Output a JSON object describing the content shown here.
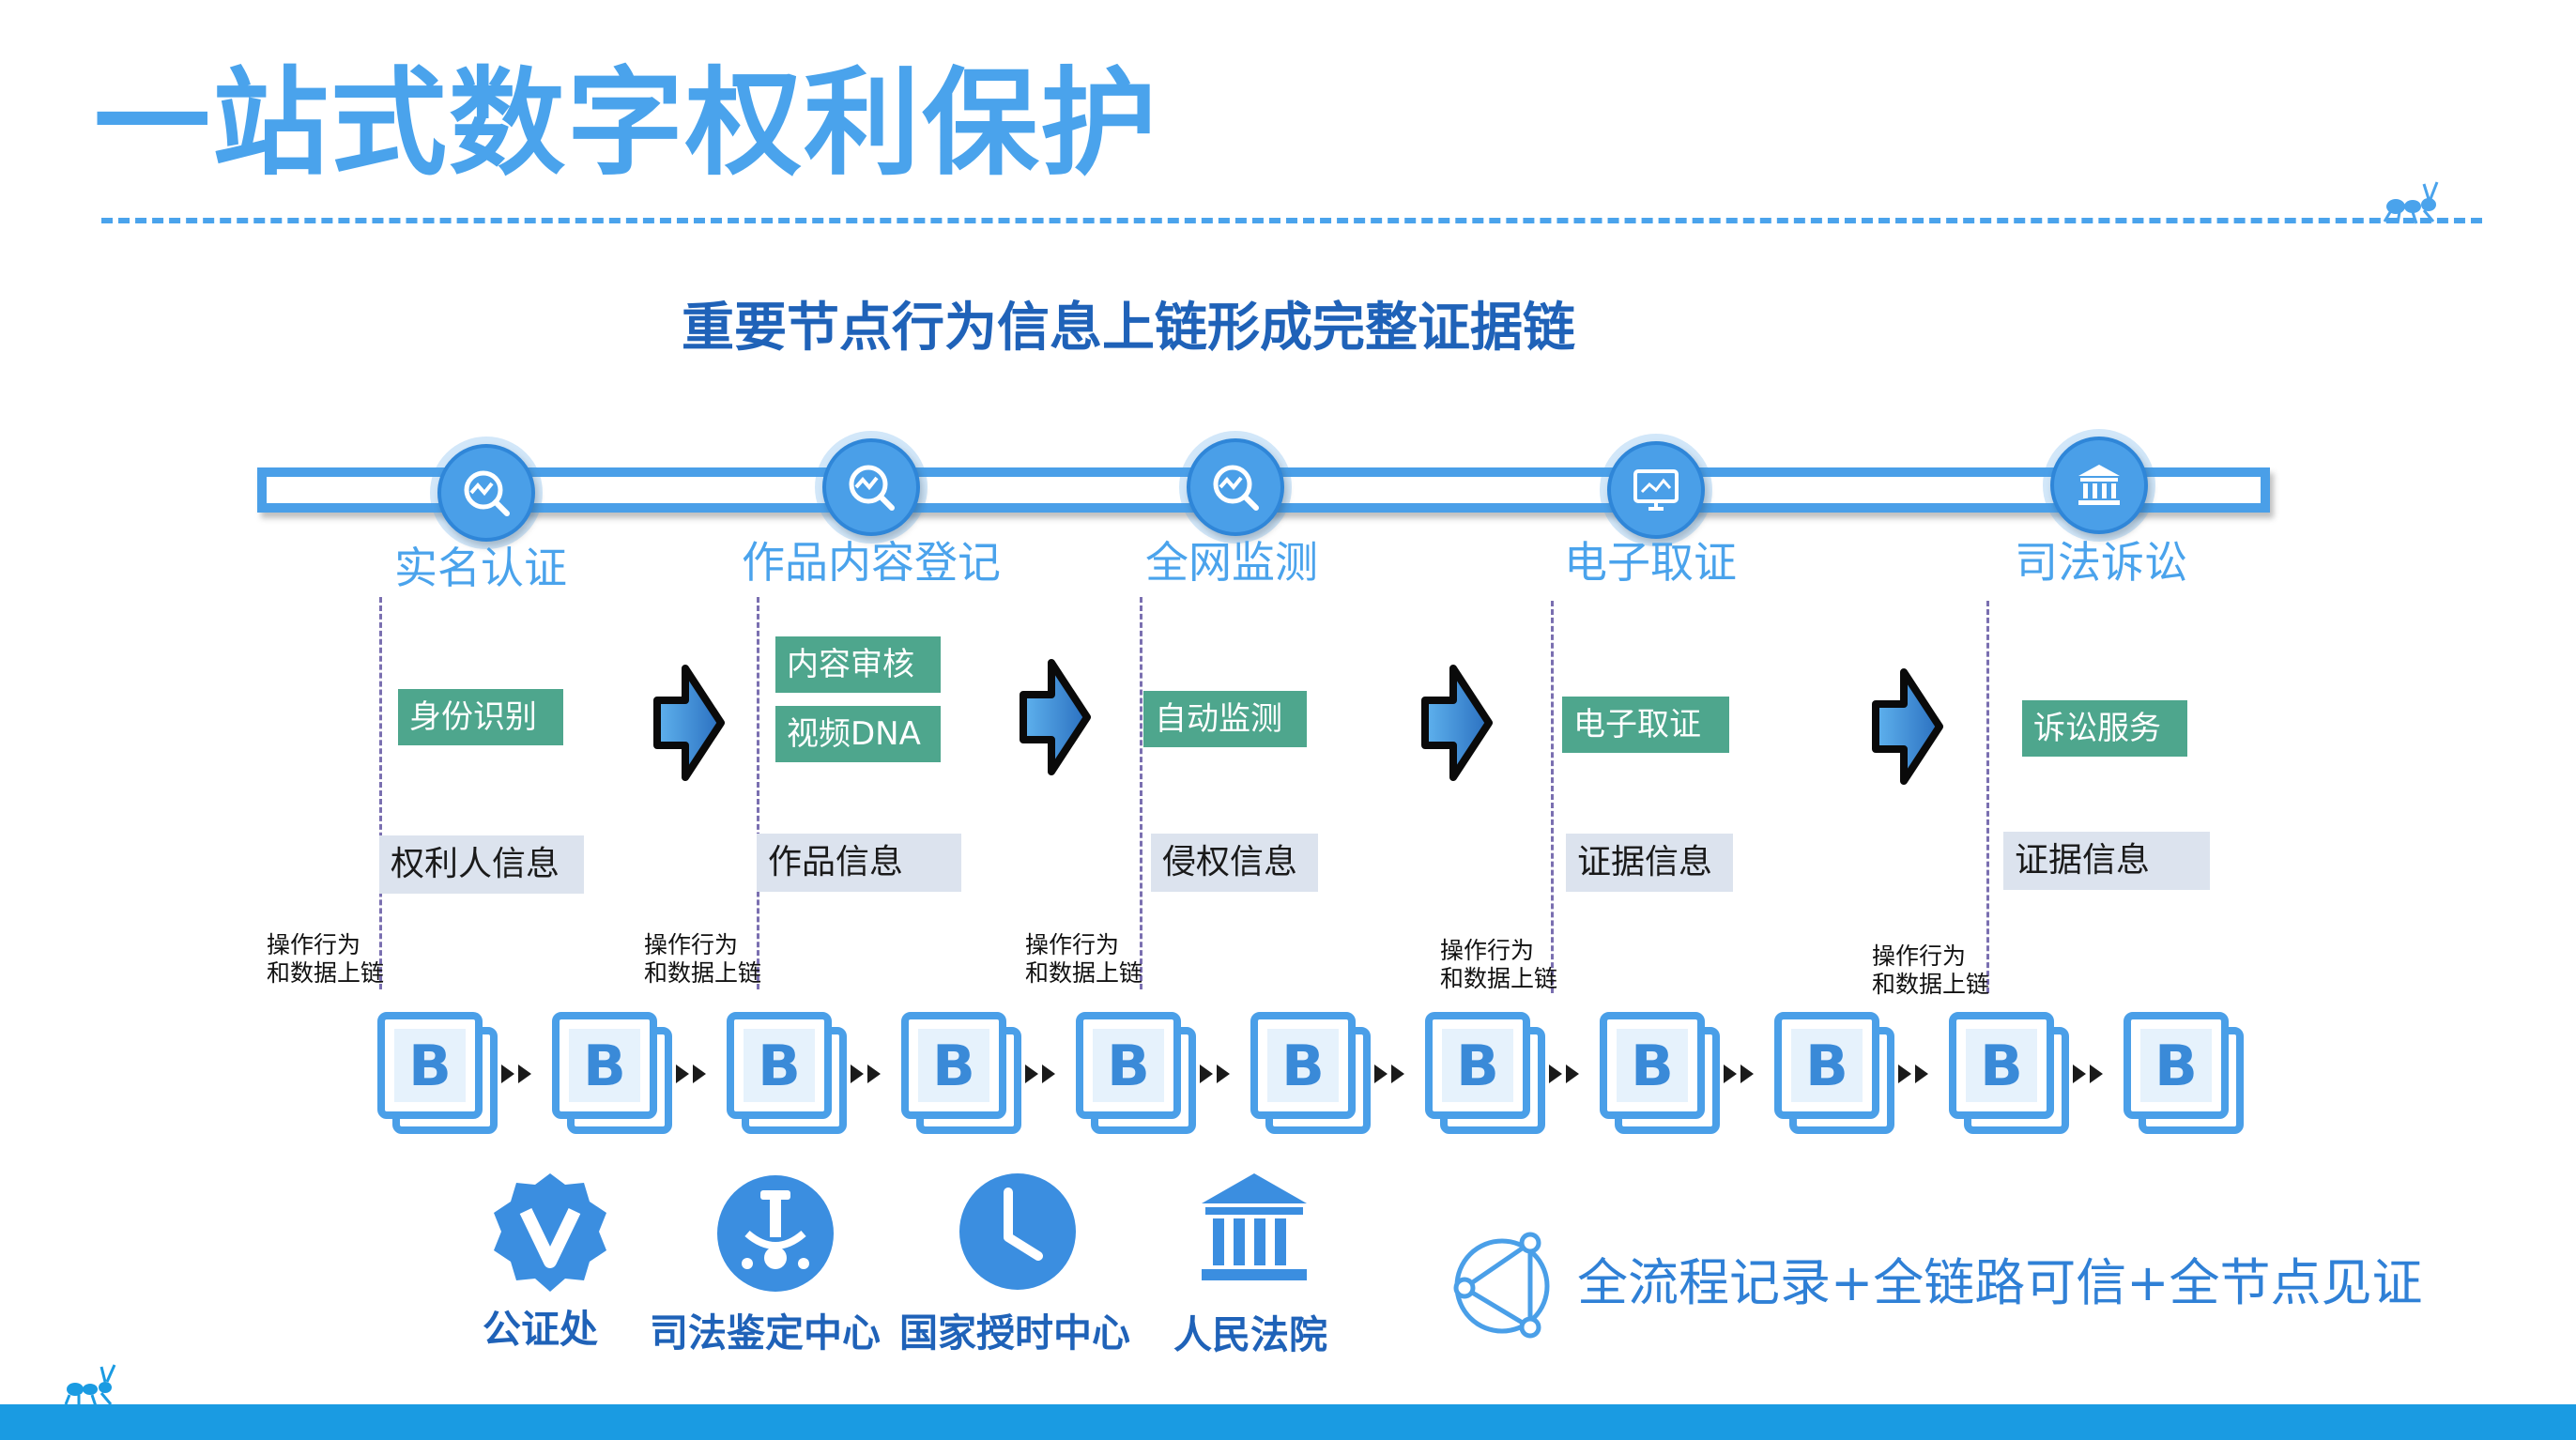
{
  "title": "一站式数字权利保护",
  "subtitle": "重要节点行为信息上链形成完整证据链",
  "colors": {
    "title_blue": "#4aa3ec",
    "dark_blue": "#1f62b8",
    "accent_blue": "#4a9fe8",
    "green": "#4ea68d",
    "grey_box": "#dce3ee",
    "footer": "#1a9be2"
  },
  "stages": [
    {
      "label": "实名认证",
      "icon": "magnifier-chart-icon",
      "tags": [
        "身份识别"
      ],
      "info": "权利人信息"
    },
    {
      "label": "作品内容登记",
      "icon": "magnifier-chart-icon",
      "tags": [
        "内容审核",
        "视频DNA"
      ],
      "info": "作品信息"
    },
    {
      "label": "全网监测",
      "icon": "magnifier-chart-icon",
      "tags": [
        "自动监测"
      ],
      "info": "侵权信息"
    },
    {
      "label": "电子取证",
      "icon": "monitor-icon",
      "tags": [
        "电子取证"
      ],
      "info": "证据信息"
    },
    {
      "label": "司法诉讼",
      "icon": "courthouse-icon",
      "tags": [
        "诉讼服务"
      ],
      "info": "证据信息"
    }
  ],
  "op_notes": [
    {
      "line1": "操作行为",
      "line2": "和数据上链"
    },
    {
      "line1": "操作行为",
      "line2": "和数据上链"
    },
    {
      "line1": "操作行为",
      "line2": "和数据上链"
    },
    {
      "line1": "操作行为",
      "line2": "和数据上链"
    },
    {
      "line1": "操作行为",
      "line2": "和数据上链"
    }
  ],
  "block_icon": "blockchain-b-icon",
  "institutions": [
    {
      "label": "公证处",
      "icon": "v-badge-icon"
    },
    {
      "label": "司法鉴定中心",
      "icon": "microscope-icon"
    },
    {
      "label": "国家授时中心",
      "icon": "clock-icon"
    },
    {
      "label": "人民法院",
      "icon": "courthouse-icon"
    }
  ],
  "slogan": "全流程记录+全链路可信+全节点见证",
  "slogan_icon": "network-triangle-icon"
}
